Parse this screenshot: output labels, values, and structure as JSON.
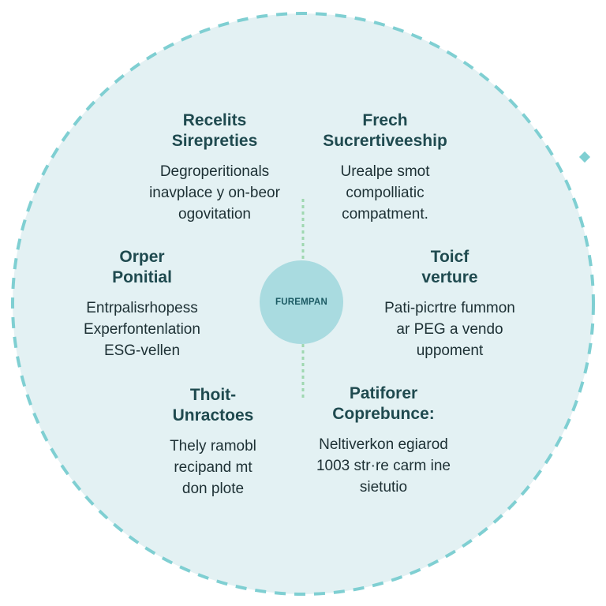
{
  "diagram": {
    "hub_label": "FUREMPAN",
    "colors": {
      "circle_fill": "#e3f1f3",
      "dashed_ring": "#7fcfd2",
      "hub_fill": "#a9dbe0",
      "divider": "#9fd8b0",
      "title_text": "#1f4a4f",
      "body_text": "#1d3034"
    },
    "sections": [
      {
        "id": "top-left",
        "title": [
          "Recelits",
          "Sirepreties"
        ],
        "body": [
          "Degroperitionals",
          "inavplace y on-beor",
          "ogovitation"
        ]
      },
      {
        "id": "top-right",
        "title": [
          "Frech",
          "Sucrertiveeship"
        ],
        "body": [
          "Urealpe smot",
          "compolliatic",
          "compatment."
        ]
      },
      {
        "id": "middle-left",
        "title": [
          "Orper",
          "Ponitial"
        ],
        "body": [
          "Entrpalisrhopess",
          "Experfontenlation",
          "ESG-vellen"
        ]
      },
      {
        "id": "middle-right",
        "title": [
          "Toicf",
          "verture"
        ],
        "body": [
          "Pati-picrtre fummon",
          "ar PEG a vendo",
          "uppoment"
        ]
      },
      {
        "id": "bottom-left",
        "title": [
          "Thoit-",
          "Unractoes"
        ],
        "body": [
          "Thely ramobl",
          "recipand mt",
          "don plote"
        ]
      },
      {
        "id": "bottom-right",
        "title": [
          "Patiforer",
          "Coprebunce:"
        ],
        "body": [
          "Neltiverkon egiarod",
          "1003 str·re carm ine",
          "sietutio"
        ]
      }
    ]
  }
}
